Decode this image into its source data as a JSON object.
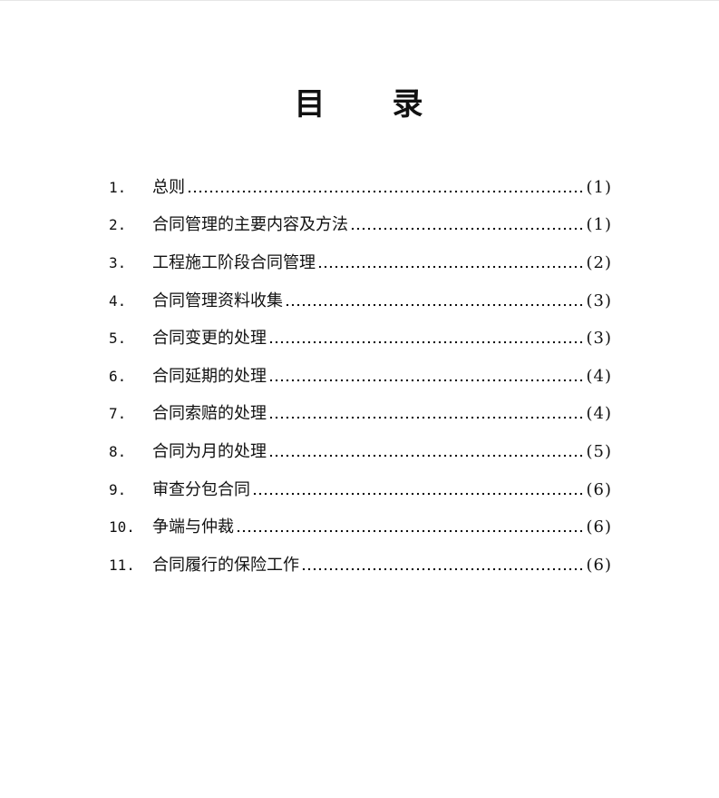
{
  "document": {
    "title": "目　　录",
    "toc": [
      {
        "number": "1.",
        "title": "总则",
        "page": "(1)"
      },
      {
        "number": "2.",
        "title": "合同管理的主要内容及方法",
        "page": "(1)"
      },
      {
        "number": "3.",
        "title": "工程施工阶段合同管理",
        "page": "(2)"
      },
      {
        "number": "4.",
        "title": "合同管理资料收集",
        "page": "(3)"
      },
      {
        "number": "5.",
        "title": "合同变更的处理",
        "page": "(3)"
      },
      {
        "number": "6.",
        "title": "合同延期的处理",
        "page": "(4)"
      },
      {
        "number": "7.",
        "title": "合同索赔的处理",
        "page": "(4)"
      },
      {
        "number": "8.",
        "title": "合同为月的处理",
        "page": "(5)"
      },
      {
        "number": "9.",
        "title": "审查分包合同",
        "page": "(6)"
      },
      {
        "number": "10.",
        "title": "争端与仲裁",
        "page": "(6)"
      },
      {
        "number": "11.",
        "title": "合同履行的保险工作",
        "page": "(6)"
      }
    ]
  }
}
